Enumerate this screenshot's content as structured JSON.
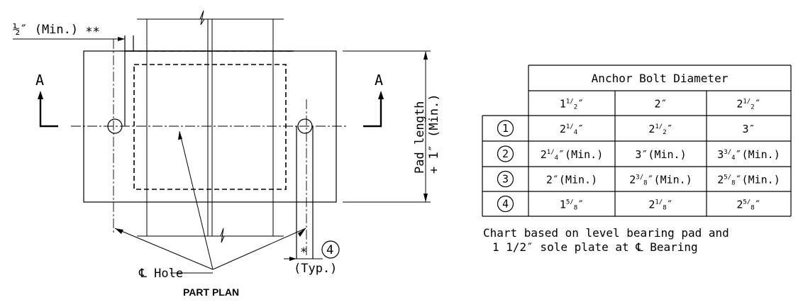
{
  "plan": {
    "title": "PART PLAN",
    "section_left": "A",
    "section_right": "A",
    "min_dim_label": "½″ (Min.) ∗∗",
    "pad_length_label": "Pad length",
    "pad_length_plus": "+ 1″ (Min.)",
    "hole_label": "℄ Hole",
    "typ_label": "(Typ.)",
    "star": "∗",
    "callout_4": "4"
  },
  "table": {
    "header": "Anchor Bolt Diameter",
    "columns": [
      {
        "whole": "1",
        "num": "1",
        "den": "2",
        "suffix": "″"
      },
      {
        "whole": "2",
        "num": "",
        "den": "",
        "suffix": "″"
      },
      {
        "whole": "2",
        "num": "1",
        "den": "2",
        "suffix": "″"
      }
    ],
    "rows": [
      {
        "id": "1",
        "cells": [
          {
            "whole": "2",
            "num": "1",
            "den": "4",
            "suffix": "″"
          },
          {
            "whole": "2",
            "num": "1",
            "den": "2",
            "suffix": "″"
          },
          {
            "whole": "3",
            "num": "",
            "den": "",
            "suffix": "″"
          }
        ]
      },
      {
        "id": "2",
        "cells": [
          {
            "whole": "2",
            "num": "1",
            "den": "4",
            "suffix": "″(Min.)"
          },
          {
            "whole": "3",
            "num": "",
            "den": "",
            "suffix": "″(Min.)"
          },
          {
            "whole": "3",
            "num": "3",
            "den": "4",
            "suffix": "″(Min.)"
          }
        ]
      },
      {
        "id": "3",
        "cells": [
          {
            "whole": "2",
            "num": "",
            "den": "",
            "suffix": "″(Min.)"
          },
          {
            "whole": "2",
            "num": "3",
            "den": "8",
            "suffix": "″(Min.)"
          },
          {
            "whole": "2",
            "num": "5",
            "den": "8",
            "suffix": "″(Min.)"
          }
        ]
      },
      {
        "id": "4",
        "cells": [
          {
            "whole": "1",
            "num": "5",
            "den": "8",
            "suffix": "″"
          },
          {
            "whole": "2",
            "num": "1",
            "den": "8",
            "suffix": "″"
          },
          {
            "whole": "2",
            "num": "5",
            "den": "8",
            "suffix": "″"
          }
        ]
      }
    ],
    "note_line1": "Chart based on level bearing pad and",
    "note_line2": "1 1/2″ sole plate at ℄ Bearing"
  }
}
